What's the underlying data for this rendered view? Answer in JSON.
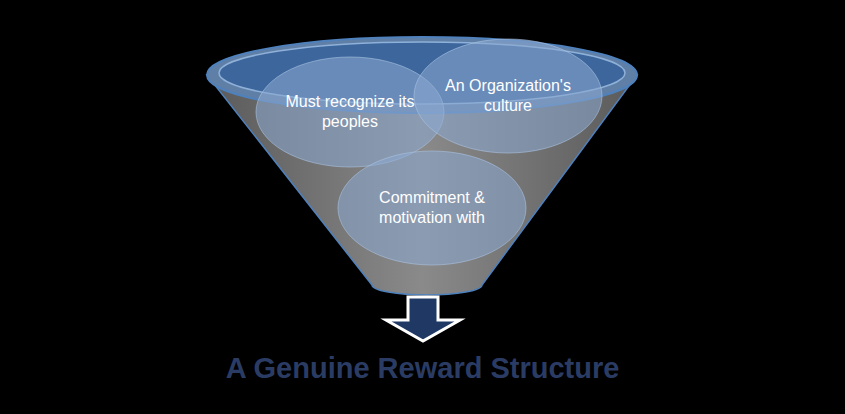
{
  "diagram": {
    "title": "A Genuine Reward Structure",
    "nodes": [
      {
        "text": [
          "Must recognize its peoples"
        ]
      },
      {
        "text": [
          "An Organization's culture"
        ]
      },
      {
        "text": [
          "Commitment & motivation with"
        ]
      }
    ]
  }
}
